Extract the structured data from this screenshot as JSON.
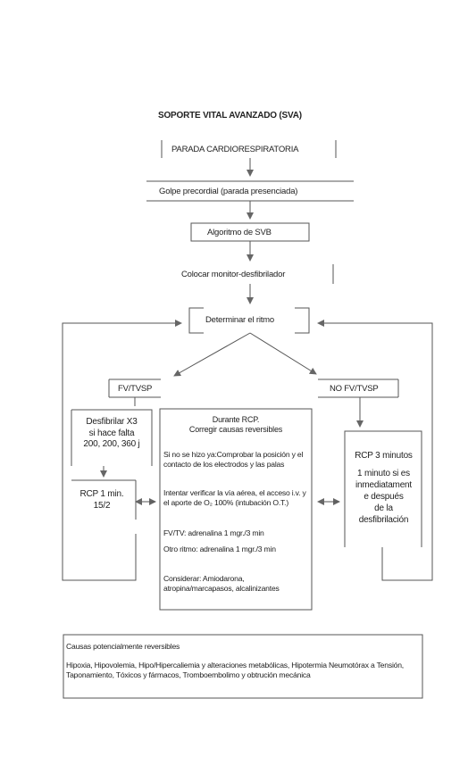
{
  "title": "SOPORTE VITAL AVANZADO (SVA)",
  "nodes": {
    "parada": "PARADA CARDIORESPIRATORIA",
    "golpe": "Golpe precordial (parada presenciada)",
    "svb": "Algoritmo de SVB",
    "monitor": "Colocar monitor-desfibrilador",
    "ritmo": "Determinar el ritmo",
    "fv": "FV/TVSP",
    "nofv": "NO FV/TVSP",
    "desfib": [
      "Desfibrilar X3",
      "si hace falta",
      "200, 200, 360 j"
    ],
    "rcp1": [
      "RCP 1 min.",
      "15/2"
    ],
    "rcp3": [
      "RCP 3 minutos",
      "1 minuto si es",
      "inmediatament",
      "e después",
      "de la",
      "desfibrilación"
    ]
  },
  "center": {
    "heading": [
      "Durante RCP.",
      "Corregir causas reversibles"
    ],
    "p1": "Si no se hizo ya:Comprobar la posición y el contacto de los electrodos y las palas",
    "p2": "Intentar verificar la vía aérea, el acceso i.v. y el aporte de O₂ 100% (intubación O.T.)",
    "p3": "FV/TV: adrenalina 1 mgr./3 min",
    "p4": "Otro ritmo: adrenalina 1 mgr./3 min",
    "p5": "Considerar: Amiodarona, atropina/marcapasos, alcalinizantes"
  },
  "footer": {
    "heading": "Causas potencialmente reversibles",
    "text": "Hipoxia, Hipovolemia, Hipo/Hipercaliemia y alteraciones metabólicas, Hipotermia Neumotórax a Tensión, Taponamiento, Tóxicos y fármacos, Tromboembolimo y obtrución mecánica"
  }
}
